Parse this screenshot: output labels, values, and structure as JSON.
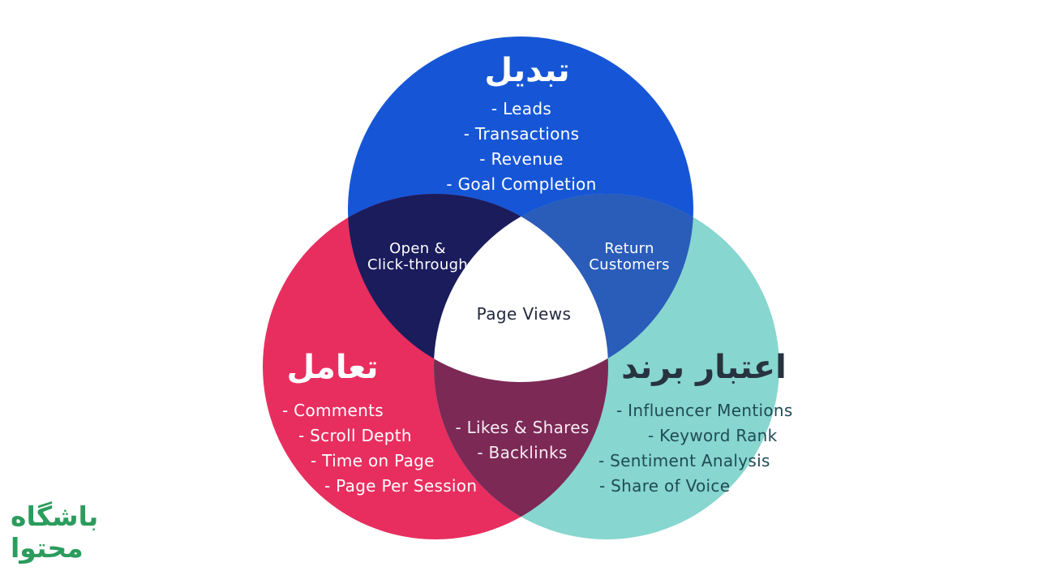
{
  "diagram_type": "venn-3",
  "venn": {
    "conversion": {
      "title": "تبدیل",
      "items": [
        "- Leads",
        "- Transactions",
        "- Revenue",
        "- Goal Completion"
      ]
    },
    "engagement": {
      "title": "تعامل",
      "items": [
        "- Comments",
        "- Scroll Depth",
        "- Time on Page",
        "- Page Per Session"
      ]
    },
    "brand": {
      "title": "اعتبار برند",
      "items": [
        "- Influencer Mentions",
        "- Keyword Rank",
        "- Sentiment Analysis",
        "- Share of Voice"
      ]
    },
    "overlaps": {
      "conversion_engagement": {
        "lines": [
          "Open &",
          "Click-through"
        ]
      },
      "conversion_brand": {
        "lines": [
          "Return",
          "Customers"
        ]
      },
      "engagement_brand": {
        "items": [
          "- Likes & Shares",
          "- Backlinks"
        ]
      },
      "center": {
        "label": "Page Views"
      }
    }
  },
  "logo": {
    "line1": "باشگاه",
    "line2": "محتوا"
  },
  "colors": {
    "background": "#ffffff",
    "conversion_circle": "#1656d6",
    "engagement_circle": "#e82e5f",
    "brand_circle": "#87d6cf",
    "conversion_engagement_overlap": "#1a1c5c",
    "conversion_brand_overlap": "#2a5cba",
    "engagement_brand_overlap": "#7c2956",
    "center_region": "#ffffff",
    "light_text": "#ffffff",
    "dark_title_text": "#27333f",
    "dark_item_text": "#1f4b55",
    "center_text": "#232740",
    "logo_green": "#2b9c5d"
  }
}
